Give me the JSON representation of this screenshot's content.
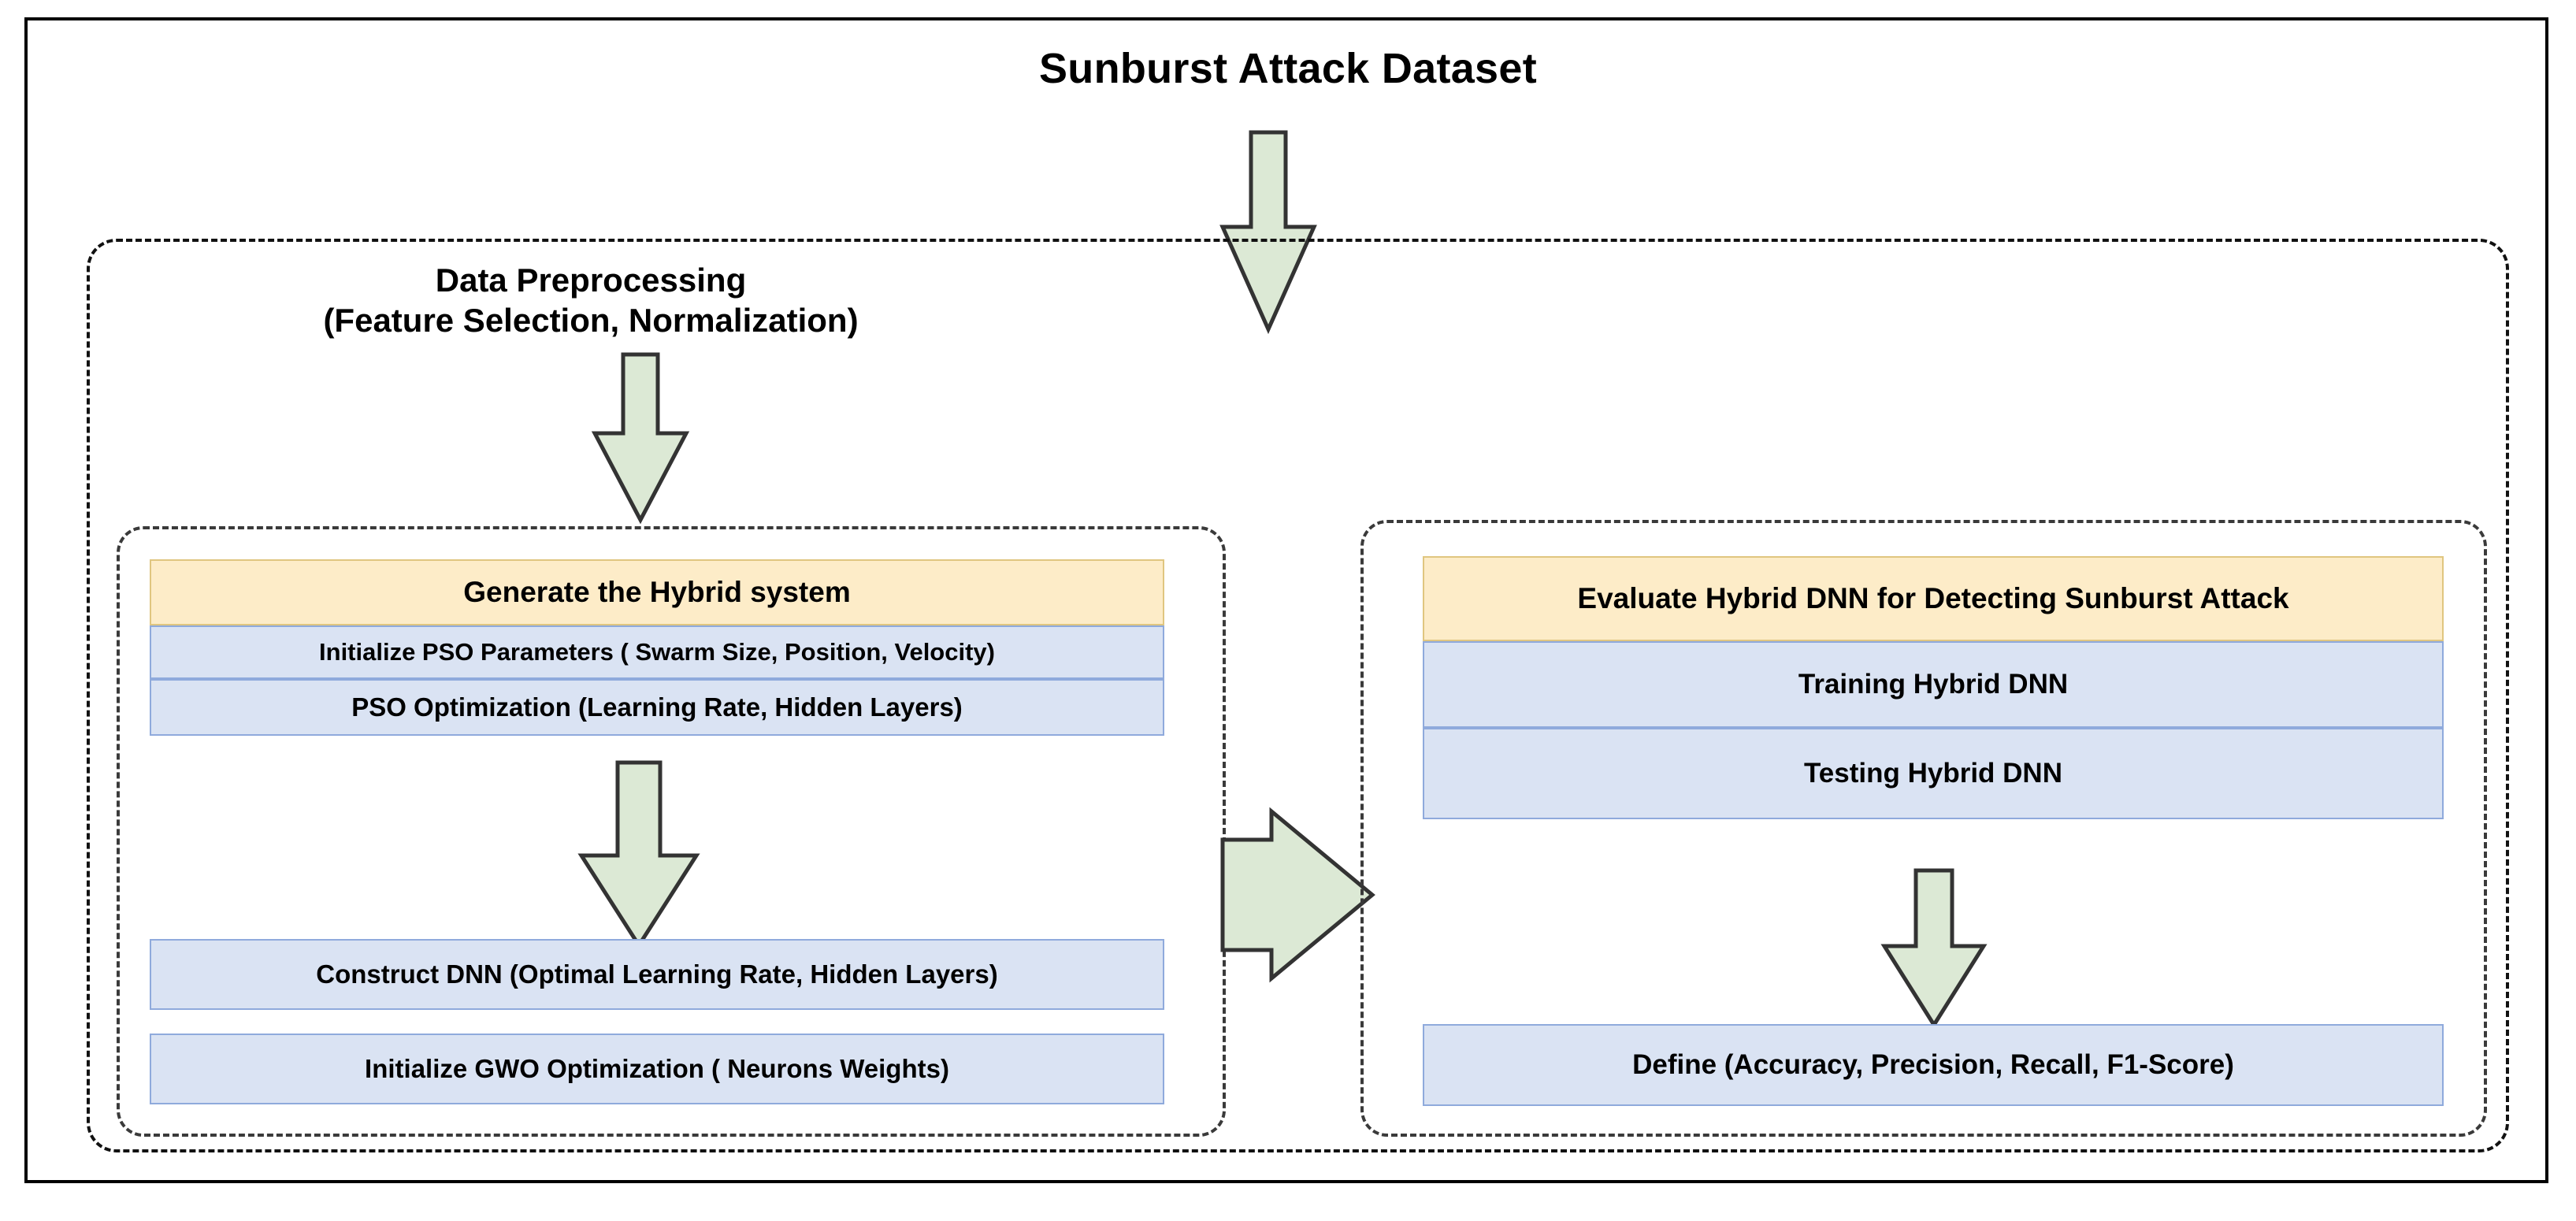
{
  "diagram": {
    "title": "Sunburst Attack Dataset",
    "preprocessing": {
      "line1": "Data Preprocessing",
      "line2": "(Feature Selection, Normalization)"
    },
    "left_panel": {
      "header": "Generate the Hybrid system",
      "steps": [
        "Initialize PSO Parameters ( Swarm Size, Position, Velocity)",
        "PSO Optimization (Learning Rate, Hidden Layers)",
        "Construct DNN (Optimal Learning Rate, Hidden Layers)",
        "Initialize GWO Optimization ( Neurons Weights)"
      ]
    },
    "right_panel": {
      "header": "Evaluate Hybrid DNN for Detecting Sunburst Attack",
      "steps": [
        "Training Hybrid DNN",
        "Testing Hybrid DNN",
        "Define (Accuracy, Precision, Recall, F1-Score)"
      ]
    },
    "arrows": [
      {
        "name": "arrow-dataset-to-preprocessing",
        "direction": "down"
      },
      {
        "name": "arrow-preprocessing-to-hybrid-system",
        "direction": "down"
      },
      {
        "name": "arrow-pso-to-construct-dnn",
        "direction": "down"
      },
      {
        "name": "arrow-left-panel-to-right-panel",
        "direction": "right"
      },
      {
        "name": "arrow-testing-to-define-metrics",
        "direction": "down"
      }
    ],
    "colors": {
      "header_fill": "#fdecc8",
      "header_border": "#e0c680",
      "step_fill": "#dae3f3",
      "step_border": "#8faadc",
      "arrow_fill": "#dce9d5",
      "arrow_border": "#333333",
      "frame": "#000000"
    }
  }
}
